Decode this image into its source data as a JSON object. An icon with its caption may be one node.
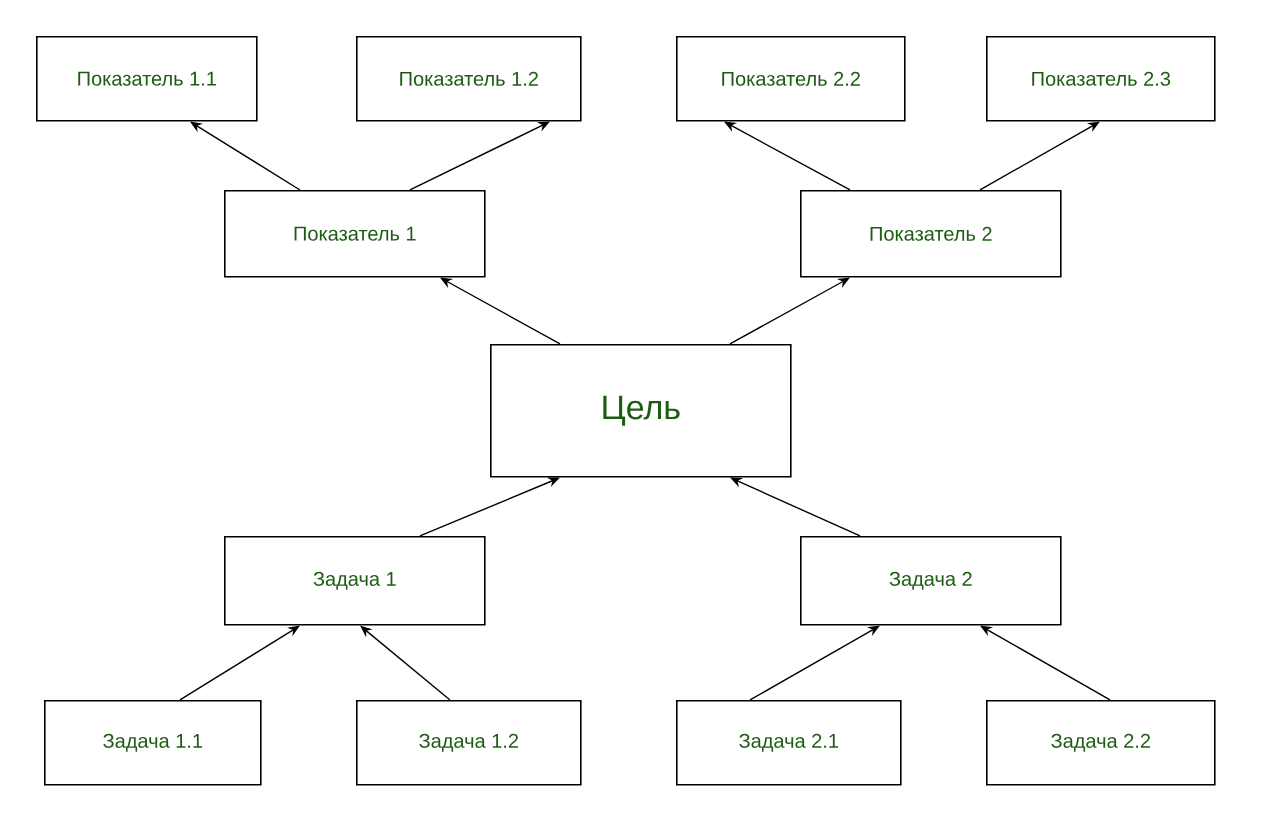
{
  "diagram": {
    "nodes": [
      {
        "text": [
          "Показатель 1.1"
        ]
      },
      {
        "text": [
          "Показатель 1.2"
        ]
      },
      {
        "text": [
          "Показатель 2.2"
        ]
      },
      {
        "text": [
          "Показатель 2.3"
        ]
      },
      {
        "text": [
          "Показатель 1"
        ]
      },
      {
        "text": [
          "Показатель 2"
        ]
      },
      {
        "text": [
          "Цель"
        ]
      },
      {
        "text": [
          "Задача 1"
        ]
      },
      {
        "text": [
          "Задача 2"
        ]
      },
      {
        "text": [
          "Задача 1.1"
        ]
      },
      {
        "text": [
          "Задача 1.2"
        ]
      },
      {
        "text": [
          "Задача 2.1"
        ]
      },
      {
        "text": [
          "Задача 2.2"
        ]
      }
    ],
    "edges": [
      {
        "from": 4,
        "to": 0,
        "arrow": "to"
      },
      {
        "from": 4,
        "to": 1,
        "arrow": "to"
      },
      {
        "from": 5,
        "to": 2,
        "arrow": "to"
      },
      {
        "from": 5,
        "to": 3,
        "arrow": "to"
      },
      {
        "from": 6,
        "to": 4,
        "arrow": "to"
      },
      {
        "from": 6,
        "to": 5,
        "arrow": "to"
      },
      {
        "from": 7,
        "to": 6,
        "arrow": "to"
      },
      {
        "from": 8,
        "to": 6,
        "arrow": "to"
      },
      {
        "from": 9,
        "to": 7,
        "arrow": "to"
      },
      {
        "from": 10,
        "to": 7,
        "arrow": "to"
      },
      {
        "from": 11,
        "to": 8,
        "arrow": "to"
      },
      {
        "from": 12,
        "to": 8,
        "arrow": "to"
      }
    ]
  }
}
